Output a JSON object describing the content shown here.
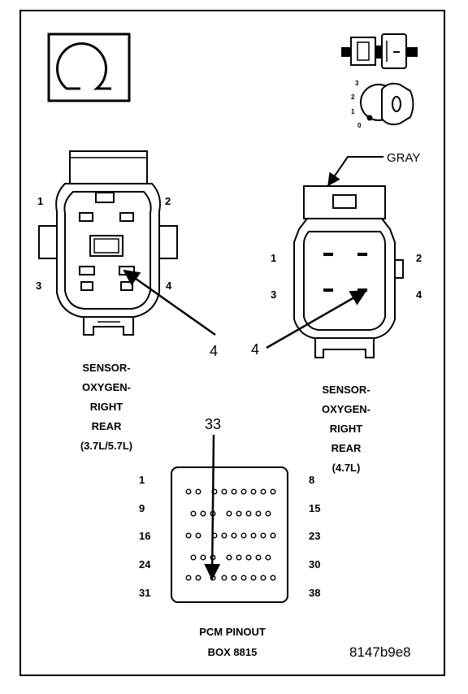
{
  "figure_code": "8147b9e8",
  "connector_left": {
    "pins": [
      "1",
      "2",
      "3",
      "4"
    ],
    "callout": "4",
    "title_lines": [
      "SENSOR-",
      "OXYGEN-",
      "RIGHT",
      "REAR",
      "(3.7L/5.7L)"
    ]
  },
  "connector_right": {
    "pins": [
      "1",
      "2",
      "3",
      "4"
    ],
    "callout": "4",
    "color_label": "GRAY",
    "title_lines": [
      "SENSOR-",
      "OXYGEN-",
      "RIGHT",
      "REAR",
      "(4.7L)"
    ]
  },
  "pcm": {
    "callout": "33",
    "left_labels": [
      "1",
      "9",
      "16",
      "24",
      "31"
    ],
    "right_labels": [
      "8",
      "15",
      "23",
      "30",
      "38"
    ],
    "title_lines": [
      "PCM PINOUT",
      "BOX 8815"
    ]
  },
  "ignition_positions": [
    "3",
    "2",
    "1",
    "0"
  ],
  "icons": {
    "ohm": "ohmmeter-icon",
    "connector": "disconnected-connector-icon",
    "key": "ignition-key-icon"
  }
}
